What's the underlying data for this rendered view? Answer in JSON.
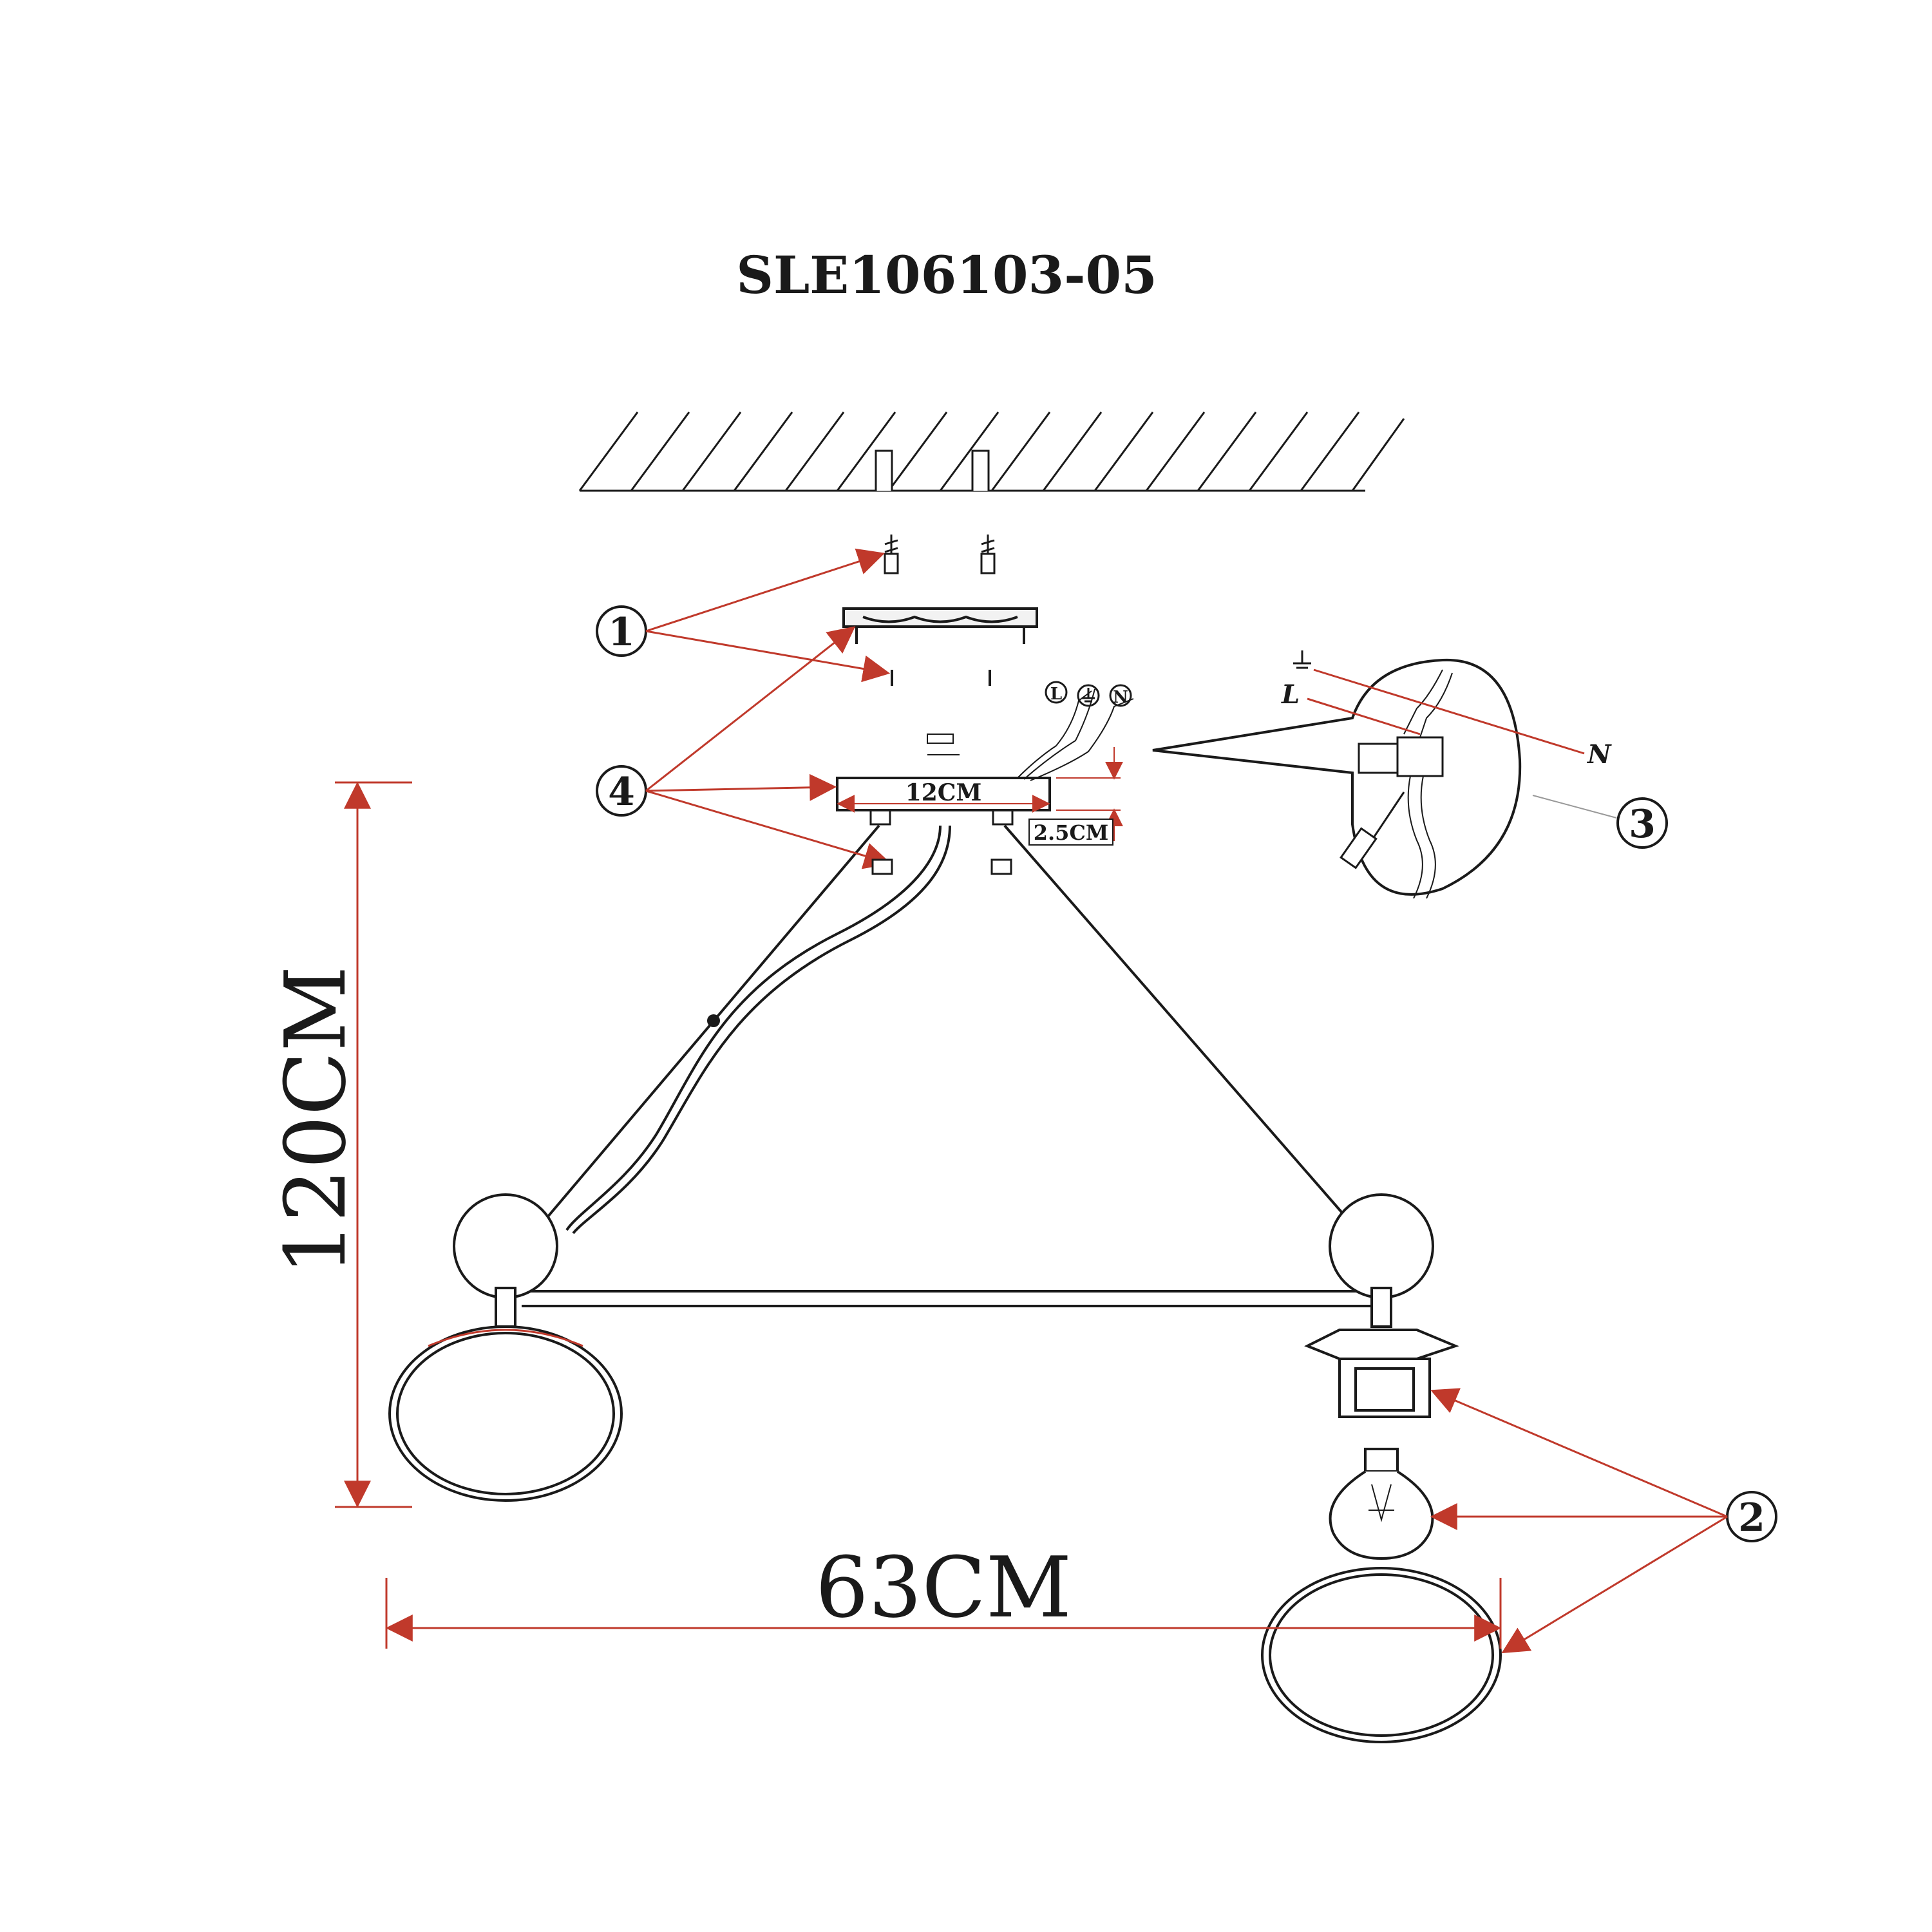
{
  "title": "SLE106103-05",
  "dimensions": {
    "height": "120CM",
    "width": "63CM",
    "canopy_width": "12CM",
    "canopy_height": "2.5CM"
  },
  "callouts": [
    "1",
    "2",
    "3",
    "4"
  ],
  "wire_labels": {
    "live": "L",
    "neutral": "N",
    "live_circled": "L",
    "neutral_circled": "N"
  },
  "icons": [
    "ground-icon",
    "screwdriver-icon",
    "terminal-block-icon",
    "bulb-icon",
    "screw-icon"
  ]
}
